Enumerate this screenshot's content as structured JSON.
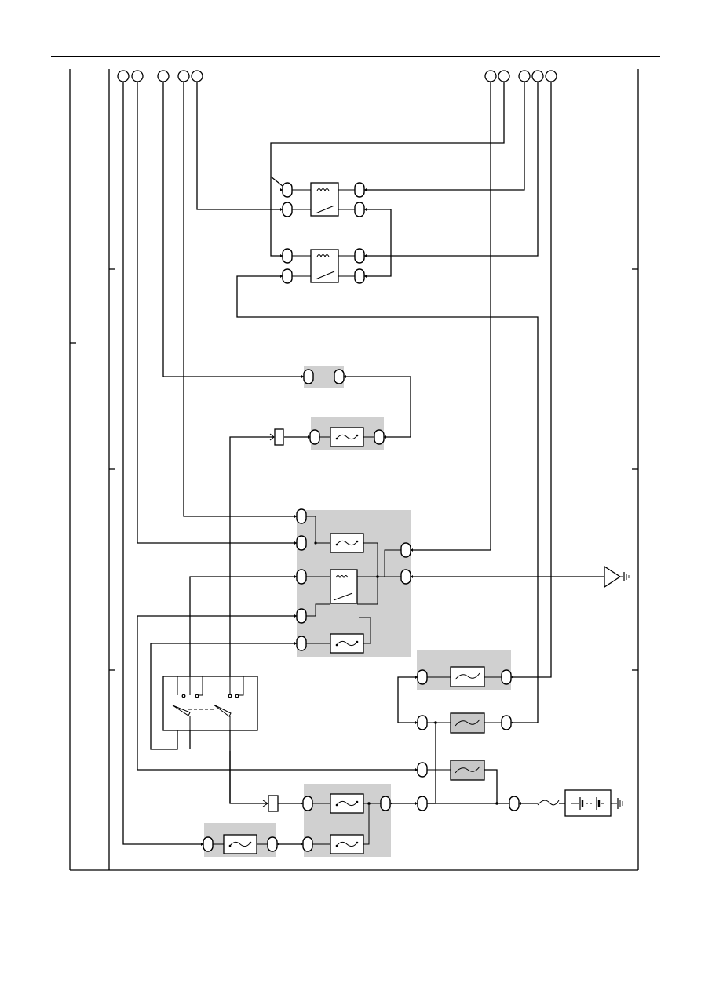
{
  "diagram": {
    "labels": [],
    "component_types": [
      "connector-pin",
      "relay",
      "fuse",
      "fusible-link",
      "switch",
      "battery",
      "ground",
      "terminal"
    ]
  }
}
